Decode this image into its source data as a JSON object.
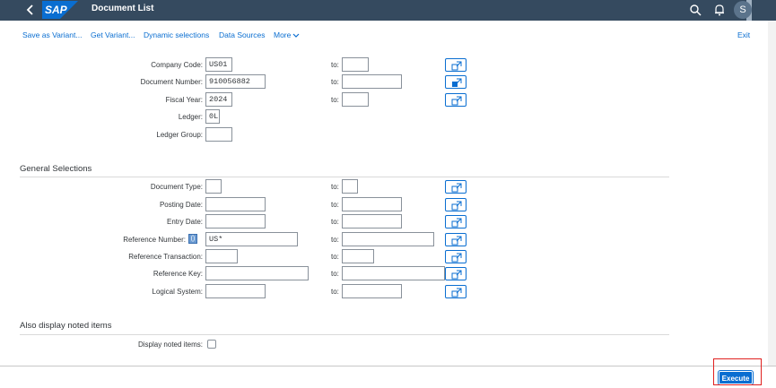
{
  "shell": {
    "logo": "SAP",
    "title": "Document List",
    "avatar_initial": "S"
  },
  "toolbar": {
    "save_as_variant": "Save as Variant...",
    "get_variant": "Get Variant...",
    "dynamic_selections": "Dynamic selections",
    "data_sources": "Data Sources",
    "more": "More",
    "exit": "Exit"
  },
  "form": {
    "to_label": "to:",
    "company_code": {
      "label": "Company Code:",
      "value": "US01"
    },
    "document_number": {
      "label": "Document Number:",
      "value": "910056882"
    },
    "fiscal_year": {
      "label": "Fiscal Year:",
      "value": "2024"
    },
    "ledger": {
      "label": "Ledger:",
      "value": "0L"
    },
    "ledger_group": {
      "label": "Ledger Group:",
      "value": ""
    }
  },
  "general": {
    "title": "General Selections",
    "document_type": {
      "label": "Document Type:",
      "value": ""
    },
    "posting_date": {
      "label": "Posting Date:",
      "value": ""
    },
    "entry_date": {
      "label": "Entry Date:",
      "value": ""
    },
    "reference_number": {
      "label": "Reference Number:",
      "value": "US*",
      "operator": "()"
    },
    "reference_transaction": {
      "label": "Reference Transaction:",
      "value": ""
    },
    "reference_key": {
      "label": "Reference Key:",
      "value": ""
    },
    "logical_system": {
      "label": "Logical System:",
      "value": ""
    }
  },
  "noted": {
    "title": "Also display noted items",
    "display_noted_items": {
      "label": "Display noted items:",
      "checked": false
    }
  },
  "footer": {
    "execute_label": "Execute"
  },
  "colors": {
    "shell_bg": "#354a5f",
    "accent": "#0a6ed1",
    "highlight": "#e0201f"
  }
}
